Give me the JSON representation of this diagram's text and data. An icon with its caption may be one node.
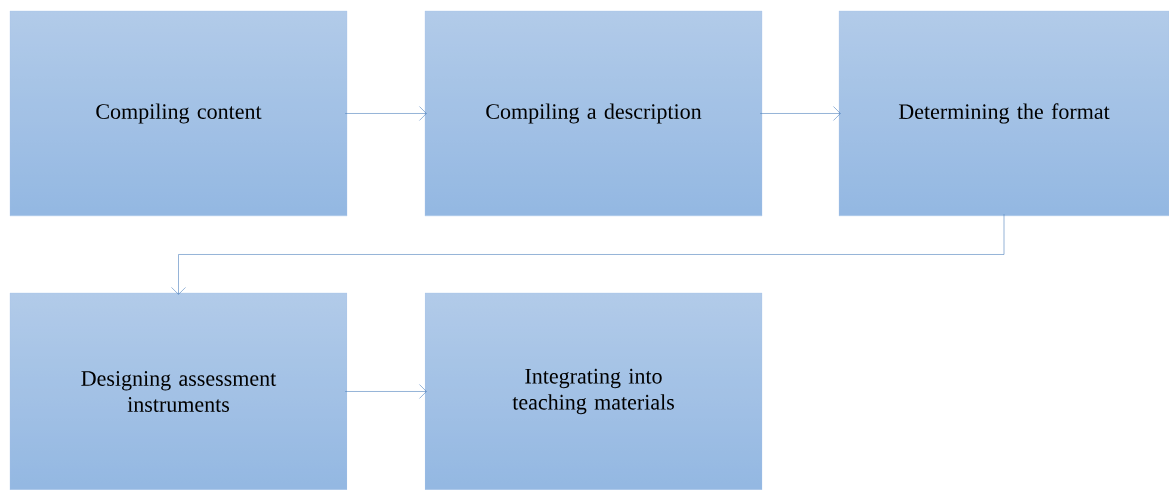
{
  "diagram": {
    "nodes": [
      {
        "text": [
          "Compiling content"
        ]
      },
      {
        "text": [
          "Compiling a description"
        ]
      },
      {
        "text": [
          "Determining the format"
        ]
      },
      {
        "text": [
          "Designing assessment instruments"
        ]
      },
      {
        "text": [
          "Integrating into teaching materials"
        ]
      }
    ],
    "edges": [
      {
        "from": 0,
        "to": 1,
        "arrow": "to"
      },
      {
        "from": 1,
        "to": 2,
        "arrow": "to"
      },
      {
        "from": 2,
        "to": 3,
        "arrow": "to"
      },
      {
        "from": 3,
        "to": 4,
        "arrow": "to"
      }
    ]
  }
}
